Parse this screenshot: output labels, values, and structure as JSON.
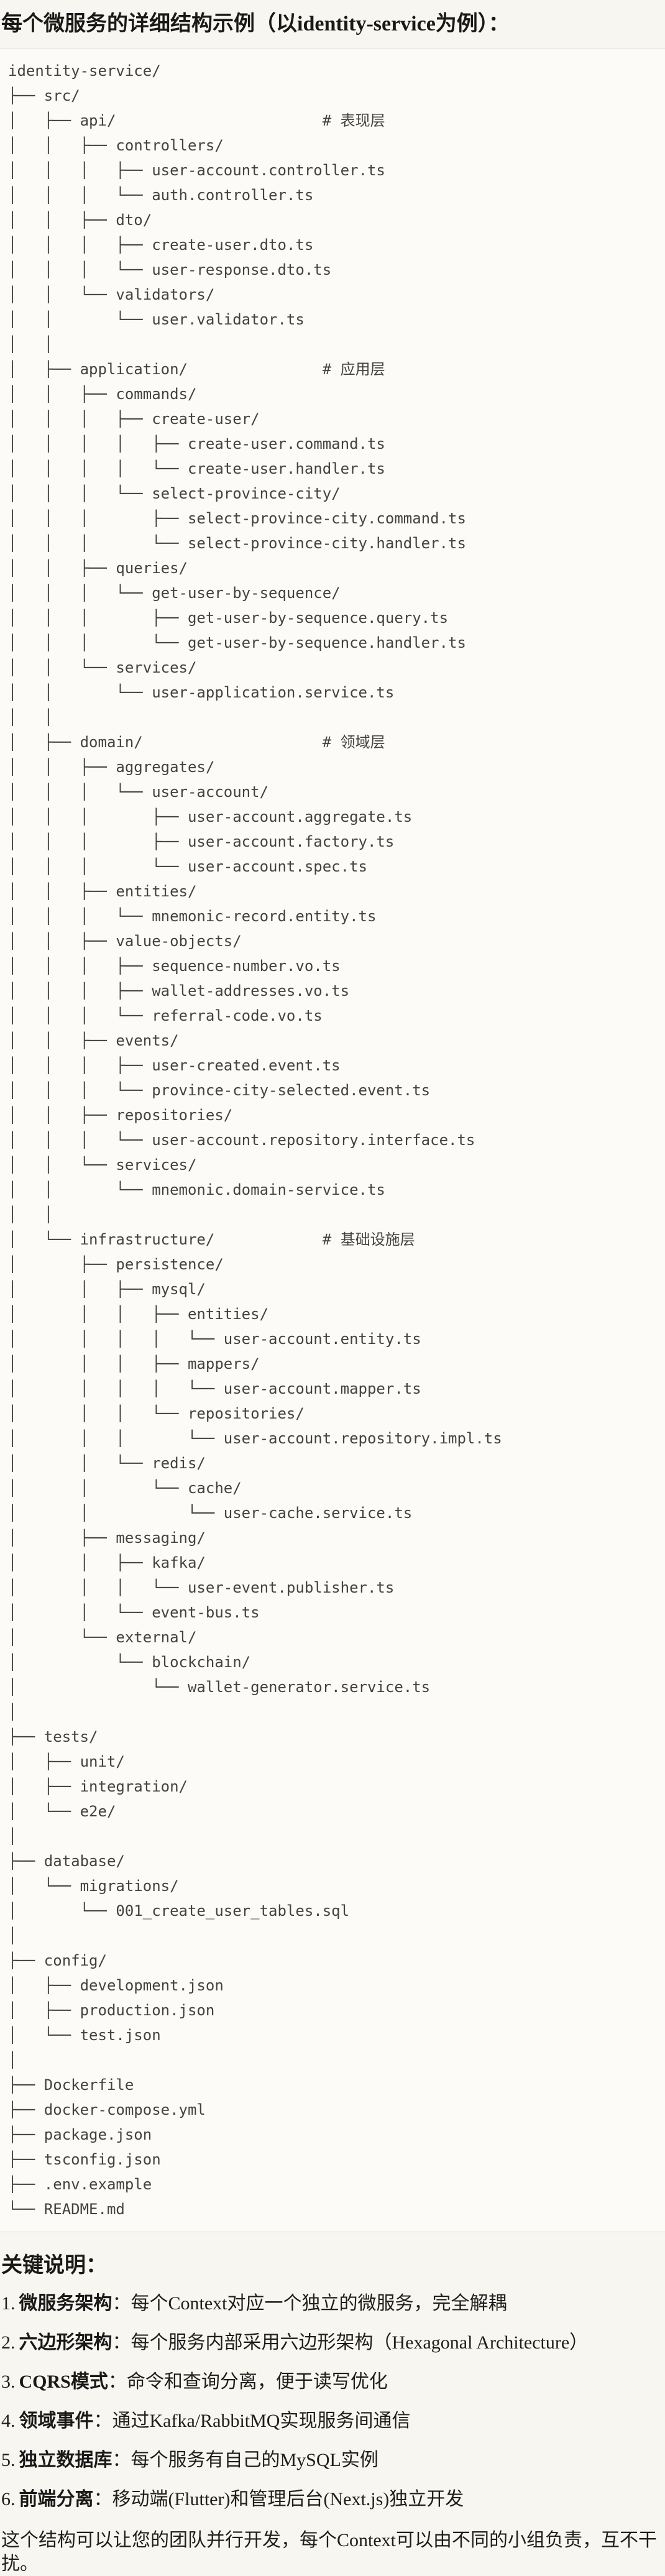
{
  "page": {
    "title": "每个微服务的详细结构示例（以identity-service为例）：",
    "notes_heading": "关键说明：",
    "closing_note": "这个结构可以让您的团队并行开发，每个Context可以由不同的小组负责，互不干扰。"
  },
  "code_block": {
    "tree_lines": [
      "identity-service/",
      "├── src/",
      "│   ├── api/                       # 表现层",
      "│   │   ├── controllers/",
      "│   │   │   ├── user-account.controller.ts",
      "│   │   │   └── auth.controller.ts",
      "│   │   ├── dto/",
      "│   │   │   ├── create-user.dto.ts",
      "│   │   │   └── user-response.dto.ts",
      "│   │   └── validators/",
      "│   │       └── user.validator.ts",
      "│   │",
      "│   ├── application/               # 应用层",
      "│   │   ├── commands/",
      "│   │   │   ├── create-user/",
      "│   │   │   │   ├── create-user.command.ts",
      "│   │   │   │   └── create-user.handler.ts",
      "│   │   │   └── select-province-city/",
      "│   │   │       ├── select-province-city.command.ts",
      "│   │   │       └── select-province-city.handler.ts",
      "│   │   ├── queries/",
      "│   │   │   └── get-user-by-sequence/",
      "│   │   │       ├── get-user-by-sequence.query.ts",
      "│   │   │       └── get-user-by-sequence.handler.ts",
      "│   │   └── services/",
      "│   │       └── user-application.service.ts",
      "│   │",
      "│   ├── domain/                    # 领域层",
      "│   │   ├── aggregates/",
      "│   │   │   └── user-account/",
      "│   │   │       ├── user-account.aggregate.ts",
      "│   │   │       ├── user-account.factory.ts",
      "│   │   │       └── user-account.spec.ts",
      "│   │   ├── entities/",
      "│   │   │   └── mnemonic-record.entity.ts",
      "│   │   ├── value-objects/",
      "│   │   │   ├── sequence-number.vo.ts",
      "│   │   │   ├── wallet-addresses.vo.ts",
      "│   │   │   └── referral-code.vo.ts",
      "│   │   ├── events/",
      "│   │   │   ├── user-created.event.ts",
      "│   │   │   └── province-city-selected.event.ts",
      "│   │   ├── repositories/",
      "│   │   │   └── user-account.repository.interface.ts",
      "│   │   └── services/",
      "│   │       └── mnemonic.domain-service.ts",
      "│   │",
      "│   └── infrastructure/            # 基础设施层",
      "│       ├── persistence/",
      "│       │   ├── mysql/",
      "│       │   │   ├── entities/",
      "│       │   │   │   └── user-account.entity.ts",
      "│       │   │   ├── mappers/",
      "│       │   │   │   └── user-account.mapper.ts",
      "│       │   │   └── repositories/",
      "│       │   │       └── user-account.repository.impl.ts",
      "│       │   └── redis/",
      "│       │       └── cache/",
      "│       │           └── user-cache.service.ts",
      "│       ├── messaging/",
      "│       │   ├── kafka/",
      "│       │   │   └── user-event.publisher.ts",
      "│       │   └── event-bus.ts",
      "│       └── external/",
      "│           └── blockchain/",
      "│               └── wallet-generator.service.ts",
      "│",
      "├── tests/",
      "│   ├── unit/",
      "│   ├── integration/",
      "│   └── e2e/",
      "│",
      "├── database/",
      "│   └── migrations/",
      "│       └── 001_create_user_tables.sql",
      "│",
      "├── config/",
      "│   ├── development.json",
      "│   ├── production.json",
      "│   └── test.json",
      "│",
      "├── Dockerfile",
      "├── docker-compose.yml",
      "├── package.json",
      "├── tsconfig.json",
      "├── .env.example",
      "└── README.md"
    ]
  },
  "notes": [
    {
      "num": "1.",
      "term": "微服务架构",
      "desc": "：每个Context对应一个独立的微服务，完全解耦"
    },
    {
      "num": "2.",
      "term": "六边形架构",
      "desc": "：每个服务内部采用六边形架构（Hexagonal Architecture）"
    },
    {
      "num": "3.",
      "term": "CQRS模式",
      "desc": "：命令和查询分离，便于读写优化"
    },
    {
      "num": "4.",
      "term": "领域事件",
      "desc": "：通过Kafka/RabbitMQ实现服务间通信"
    },
    {
      "num": "5.",
      "term": "独立数据库",
      "desc": "：每个服务有自己的MySQL实例"
    },
    {
      "num": "6.",
      "term": "前端分离",
      "desc": "：移动端(Flutter)和管理后台(Next.js)独立开发"
    }
  ],
  "colors": {
    "page_bg": "#F8F6F0",
    "code_bg": "#FCFBF8",
    "code_border": "#DCDAD2",
    "heading_text": "#1A1918",
    "body_text": "#1F1E1C",
    "code_text": "#42423E"
  }
}
